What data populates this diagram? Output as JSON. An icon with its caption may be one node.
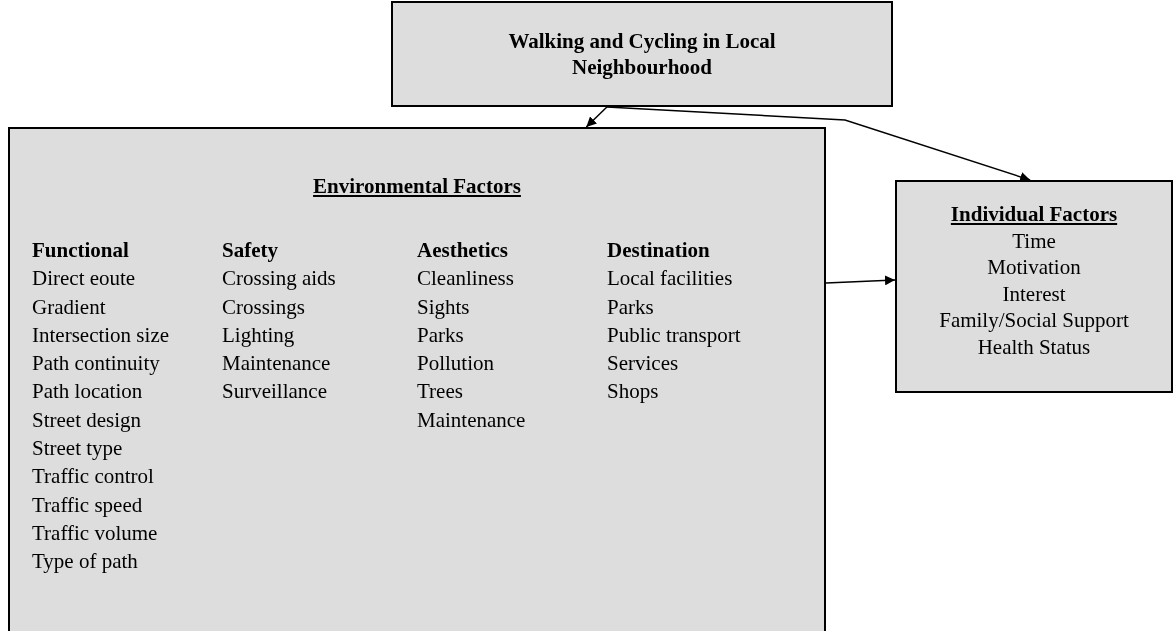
{
  "diagram": {
    "nodes": [
      {
        "text": [
          "Walking and Cycling in Local Neighbourhood"
        ]
      },
      {
        "text": [
          "Environmental Factors",
          "Functional",
          "Direct eoute",
          "Gradient",
          "Intersection size",
          "Path continuity",
          "Path location",
          "Street design",
          "Street type",
          "Traffic control",
          "Traffic speed",
          "Traffic volume",
          "Type of path",
          "Safety",
          "Crossing aids",
          "Crossings",
          "Lighting",
          "Maintenance",
          "Surveillance",
          "Aesthetics",
          "Cleanliness",
          "Sights",
          "Parks",
          "Pollution",
          "Trees",
          "Maintenance",
          "Destination",
          "Local facilities",
          "Parks",
          "Public transport",
          "Services",
          "Shops"
        ]
      },
      {
        "text": [
          "Individual Factors",
          "Time",
          "Motivation",
          "Interest",
          "Family/Social Support",
          "Health Status"
        ]
      }
    ],
    "edges": [
      {
        "from": 0,
        "to": 1,
        "arrow": "to"
      },
      {
        "from": 0,
        "to": 2,
        "arrow": "to"
      },
      {
        "from": 1,
        "to": 2,
        "arrow": "to"
      }
    ]
  }
}
